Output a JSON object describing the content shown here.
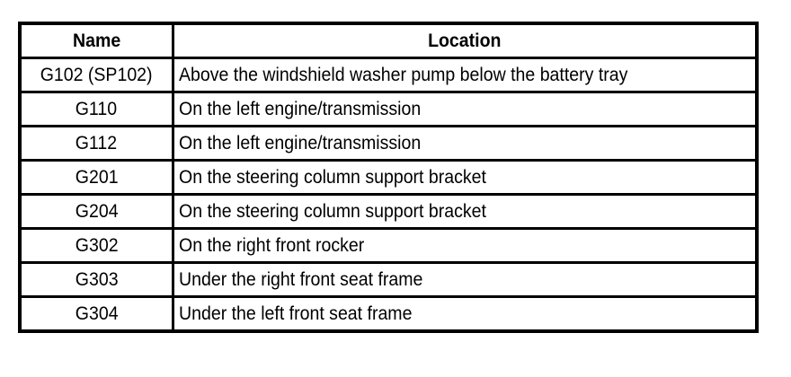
{
  "document": {
    "type": "table",
    "background_color": "#ffffff",
    "border_color": "#000000",
    "text_color": "#000000"
  },
  "table": {
    "columns": [
      {
        "key": "name",
        "header": "Name",
        "align": "center"
      },
      {
        "key": "location",
        "header": "Location",
        "align": "left"
      }
    ],
    "rows": [
      {
        "name": "G102 (SP102)",
        "location": "Above the windshield washer pump below the battery tray"
      },
      {
        "name": "G110",
        "location": "On the left engine/transmission"
      },
      {
        "name": "G112",
        "location": "On the left engine/transmission"
      },
      {
        "name": "G201",
        "location": "On the steering column support bracket"
      },
      {
        "name": "G204",
        "location": "On the steering column support bracket"
      },
      {
        "name": "G302",
        "location": "On the right front rocker"
      },
      {
        "name": "G303",
        "location": "Under the right front seat frame"
      },
      {
        "name": "G304",
        "location": "Under the left front seat frame"
      }
    ]
  }
}
